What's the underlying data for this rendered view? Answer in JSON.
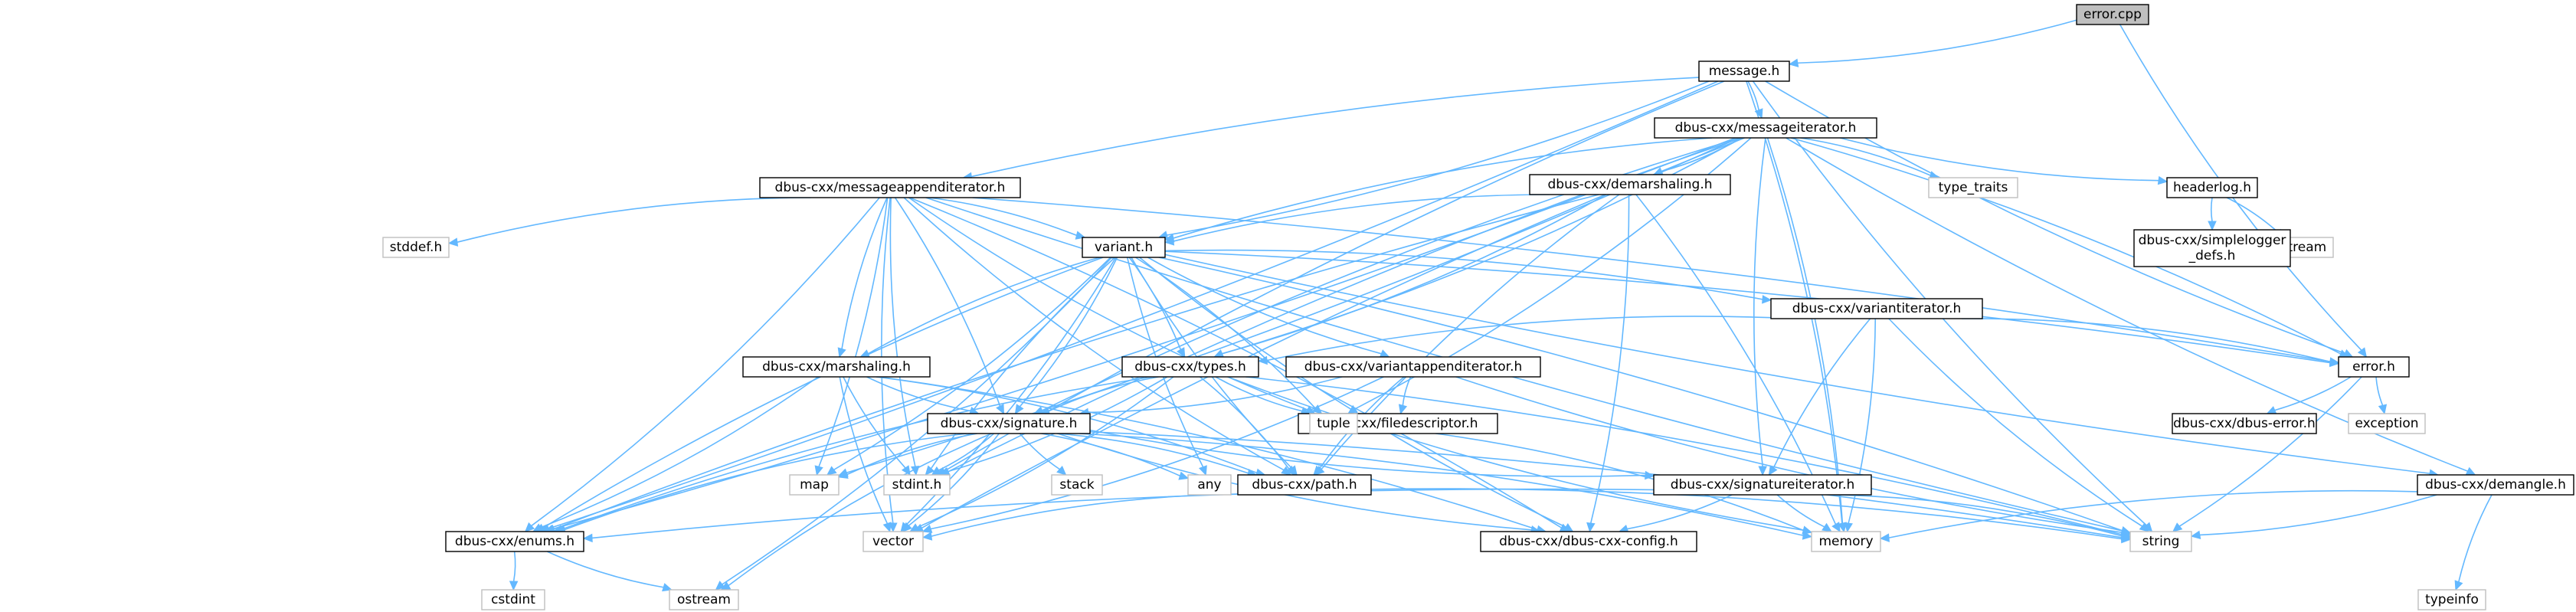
{
  "diagram": {
    "nodes": [
      {
        "id": "error_cpp",
        "label": "error.cpp",
        "style": "root"
      },
      {
        "id": "message_h",
        "label": "message.h",
        "style": "file"
      },
      {
        "id": "messageiterator_h",
        "label": "dbus-cxx/messageiterator.h",
        "style": "file"
      },
      {
        "id": "demarshaling_h",
        "label": "dbus-cxx/demarshaling.h",
        "style": "file"
      },
      {
        "id": "messageappenditerator_h",
        "label": "dbus-cxx/messageappenditerator.h",
        "style": "file"
      },
      {
        "id": "stddef_h",
        "label": "stddef.h",
        "style": "system"
      },
      {
        "id": "variant_h",
        "label": "variant.h",
        "style": "file"
      },
      {
        "id": "type_traits",
        "label": "type_traits",
        "style": "system"
      },
      {
        "id": "headerlog_h",
        "label": "headerlog.h",
        "style": "file"
      },
      {
        "id": "sstream",
        "label": "sstream",
        "style": "system"
      },
      {
        "id": "simplelogger_defs_h",
        "label": [
          "dbus-cxx/simplelogger",
          "_defs.h"
        ],
        "style": "file"
      },
      {
        "id": "variantiterator_h",
        "label": "dbus-cxx/variantiterator.h",
        "style": "file"
      },
      {
        "id": "error_h",
        "label": "error.h",
        "style": "file"
      },
      {
        "id": "marshaling_h",
        "label": "dbus-cxx/marshaling.h",
        "style": "file"
      },
      {
        "id": "types_h",
        "label": "dbus-cxx/types.h",
        "style": "file"
      },
      {
        "id": "variantappenditerator_h",
        "label": "dbus-cxx/variantappenditerator.h",
        "style": "file"
      },
      {
        "id": "filedescriptor_h",
        "label": "dbus-cxx/filedescriptor.h",
        "style": "file"
      },
      {
        "id": "signature_h",
        "label": "dbus-cxx/signature.h",
        "style": "file"
      },
      {
        "id": "tuple",
        "label": "tuple",
        "style": "system"
      },
      {
        "id": "dbus_error_h",
        "label": "dbus-cxx/dbus-error.h",
        "style": "file"
      },
      {
        "id": "exception",
        "label": "exception",
        "style": "system"
      },
      {
        "id": "map",
        "label": "map",
        "style": "system"
      },
      {
        "id": "stdint_h",
        "label": "stdint.h",
        "style": "system"
      },
      {
        "id": "any",
        "label": "any",
        "style": "system"
      },
      {
        "id": "stack",
        "label": "stack",
        "style": "system"
      },
      {
        "id": "path_h",
        "label": "dbus-cxx/path.h",
        "style": "file"
      },
      {
        "id": "signatureiterator_h",
        "label": "dbus-cxx/signatureiterator.h",
        "style": "file"
      },
      {
        "id": "demangle_h",
        "label": "dbus-cxx/demangle.h",
        "style": "file"
      },
      {
        "id": "enums_h",
        "label": "dbus-cxx/enums.h",
        "style": "file"
      },
      {
        "id": "vector",
        "label": "vector",
        "style": "system"
      },
      {
        "id": "dbus_cxx_config_h",
        "label": "dbus-cxx/dbus-cxx-config.h",
        "style": "file"
      },
      {
        "id": "memory",
        "label": "memory",
        "style": "system"
      },
      {
        "id": "string",
        "label": "string",
        "style": "system"
      },
      {
        "id": "typeinfo",
        "label": "typeinfo",
        "style": "system"
      },
      {
        "id": "cstdint",
        "label": "cstdint",
        "style": "system"
      },
      {
        "id": "ostream",
        "label": "ostream",
        "style": "system"
      }
    ],
    "edges": [
      [
        "error_cpp",
        "message_h"
      ],
      [
        "error_cpp",
        "error_h"
      ],
      [
        "message_h",
        "messageiterator_h"
      ],
      [
        "message_h",
        "messageappenditerator_h"
      ],
      [
        "message_h",
        "variant_h"
      ],
      [
        "message_h",
        "error_h"
      ],
      [
        "message_h",
        "enums_h"
      ],
      [
        "message_h",
        "stdint_h"
      ],
      [
        "message_h",
        "memory"
      ],
      [
        "message_h",
        "string"
      ],
      [
        "messageiterator_h",
        "demarshaling_h"
      ],
      [
        "messageiterator_h",
        "variant_h"
      ],
      [
        "messageiterator_h",
        "type_traits"
      ],
      [
        "messageiterator_h",
        "headerlog_h"
      ],
      [
        "messageiterator_h",
        "error_h"
      ],
      [
        "messageiterator_h",
        "demangle_h"
      ],
      [
        "messageiterator_h",
        "types_h"
      ],
      [
        "messageiterator_h",
        "signature_h"
      ],
      [
        "messageiterator_h",
        "tuple"
      ],
      [
        "messageiterator_h",
        "signatureiterator_h"
      ],
      [
        "messageiterator_h",
        "map"
      ],
      [
        "messageiterator_h",
        "stdint_h"
      ],
      [
        "messageiterator_h",
        "enums_h"
      ],
      [
        "messageiterator_h",
        "vector"
      ],
      [
        "messageiterator_h",
        "memory"
      ],
      [
        "demarshaling_h",
        "variant_h"
      ],
      [
        "demarshaling_h",
        "types_h"
      ],
      [
        "demarshaling_h",
        "enums_h"
      ],
      [
        "demarshaling_h",
        "memory"
      ],
      [
        "demarshaling_h",
        "path_h"
      ],
      [
        "demarshaling_h",
        "dbus_cxx_config_h"
      ],
      [
        "messageappenditerator_h",
        "stddef_h"
      ],
      [
        "messageappenditerator_h",
        "variant_h"
      ],
      [
        "messageappenditerator_h",
        "marshaling_h"
      ],
      [
        "messageappenditerator_h",
        "signature_h"
      ],
      [
        "messageappenditerator_h",
        "path_h"
      ],
      [
        "messageappenditerator_h",
        "error_h"
      ],
      [
        "messageappenditerator_h",
        "tuple"
      ],
      [
        "messageappenditerator_h",
        "map"
      ],
      [
        "messageappenditerator_h",
        "stdint_h"
      ],
      [
        "messageappenditerator_h",
        "enums_h"
      ],
      [
        "messageappenditerator_h",
        "vector"
      ],
      [
        "messageappenditerator_h",
        "dbus_cxx_config_h"
      ],
      [
        "messageappenditerator_h",
        "string"
      ],
      [
        "variant_h",
        "variantiterator_h"
      ],
      [
        "variant_h",
        "variantappenditerator_h"
      ],
      [
        "variant_h",
        "types_h"
      ],
      [
        "variant_h",
        "marshaling_h"
      ],
      [
        "variant_h",
        "signature_h"
      ],
      [
        "variant_h",
        "path_h"
      ],
      [
        "variant_h",
        "error_h"
      ],
      [
        "variant_h",
        "demangle_h"
      ],
      [
        "variant_h",
        "tuple"
      ],
      [
        "variant_h",
        "any"
      ],
      [
        "variant_h",
        "map"
      ],
      [
        "variant_h",
        "stdint_h"
      ],
      [
        "variant_h",
        "vector"
      ],
      [
        "variant_h",
        "enums_h"
      ],
      [
        "variant_h",
        "ostream"
      ],
      [
        "variant_h",
        "dbus_cxx_config_h"
      ],
      [
        "variant_h",
        "string"
      ],
      [
        "headerlog_h",
        "simplelogger_defs_h"
      ],
      [
        "headerlog_h",
        "sstream"
      ],
      [
        "variantiterator_h",
        "types_h"
      ],
      [
        "variantiterator_h",
        "error_h"
      ],
      [
        "variantiterator_h",
        "signatureiterator_h"
      ],
      [
        "variantiterator_h",
        "memory"
      ],
      [
        "variantiterator_h",
        "string"
      ],
      [
        "error_h",
        "dbus_error_h"
      ],
      [
        "error_h",
        "exception"
      ],
      [
        "error_h",
        "string"
      ],
      [
        "marshaling_h",
        "signature_h"
      ],
      [
        "marshaling_h",
        "path_h"
      ],
      [
        "marshaling_h",
        "stdint_h"
      ],
      [
        "marshaling_h",
        "enums_h"
      ],
      [
        "marshaling_h",
        "vector"
      ],
      [
        "marshaling_h",
        "dbus_cxx_config_h"
      ],
      [
        "types_h",
        "signature_h"
      ],
      [
        "types_h",
        "path_h"
      ],
      [
        "types_h",
        "tuple"
      ],
      [
        "types_h",
        "stdint_h"
      ],
      [
        "types_h",
        "enums_h"
      ],
      [
        "types_h",
        "vector"
      ],
      [
        "types_h",
        "memory"
      ],
      [
        "types_h",
        "string"
      ],
      [
        "variantappenditerator_h",
        "filedescriptor_h"
      ],
      [
        "variantappenditerator_h",
        "signature_h"
      ],
      [
        "variantappenditerator_h",
        "path_h"
      ],
      [
        "variantappenditerator_h",
        "vector"
      ],
      [
        "variantappenditerator_h",
        "string"
      ],
      [
        "filedescriptor_h",
        "memory"
      ],
      [
        "signature_h",
        "signatureiterator_h"
      ],
      [
        "signature_h",
        "path_h"
      ],
      [
        "signature_h",
        "map"
      ],
      [
        "signature_h",
        "any"
      ],
      [
        "signature_h",
        "stack"
      ],
      [
        "signature_h",
        "stdint_h"
      ],
      [
        "signature_h",
        "enums_h"
      ],
      [
        "signature_h",
        "vector"
      ],
      [
        "signature_h",
        "dbus_cxx_config_h"
      ],
      [
        "signature_h",
        "memory"
      ],
      [
        "signature_h",
        "ostream"
      ],
      [
        "signature_h",
        "string"
      ],
      [
        "path_h",
        "vector"
      ],
      [
        "path_h",
        "string"
      ],
      [
        "signatureiterator_h",
        "enums_h"
      ],
      [
        "signatureiterator_h",
        "dbus_cxx_config_h"
      ],
      [
        "signatureiterator_h",
        "memory"
      ],
      [
        "signatureiterator_h",
        "string"
      ],
      [
        "demangle_h",
        "memory"
      ],
      [
        "demangle_h",
        "string"
      ],
      [
        "demangle_h",
        "typeinfo"
      ],
      [
        "enums_h",
        "cstdint"
      ],
      [
        "enums_h",
        "ostream"
      ]
    ]
  },
  "colors": {
    "edge": "#63b8ff",
    "root_fill": "#bfbfbf",
    "root_stroke": "#000000",
    "file_fill": "#ffffff",
    "file_stroke": "#000000",
    "system_fill": "#ffffff",
    "system_stroke": "#bfbfbf",
    "text": "#000000",
    "system_text": "#000000"
  }
}
